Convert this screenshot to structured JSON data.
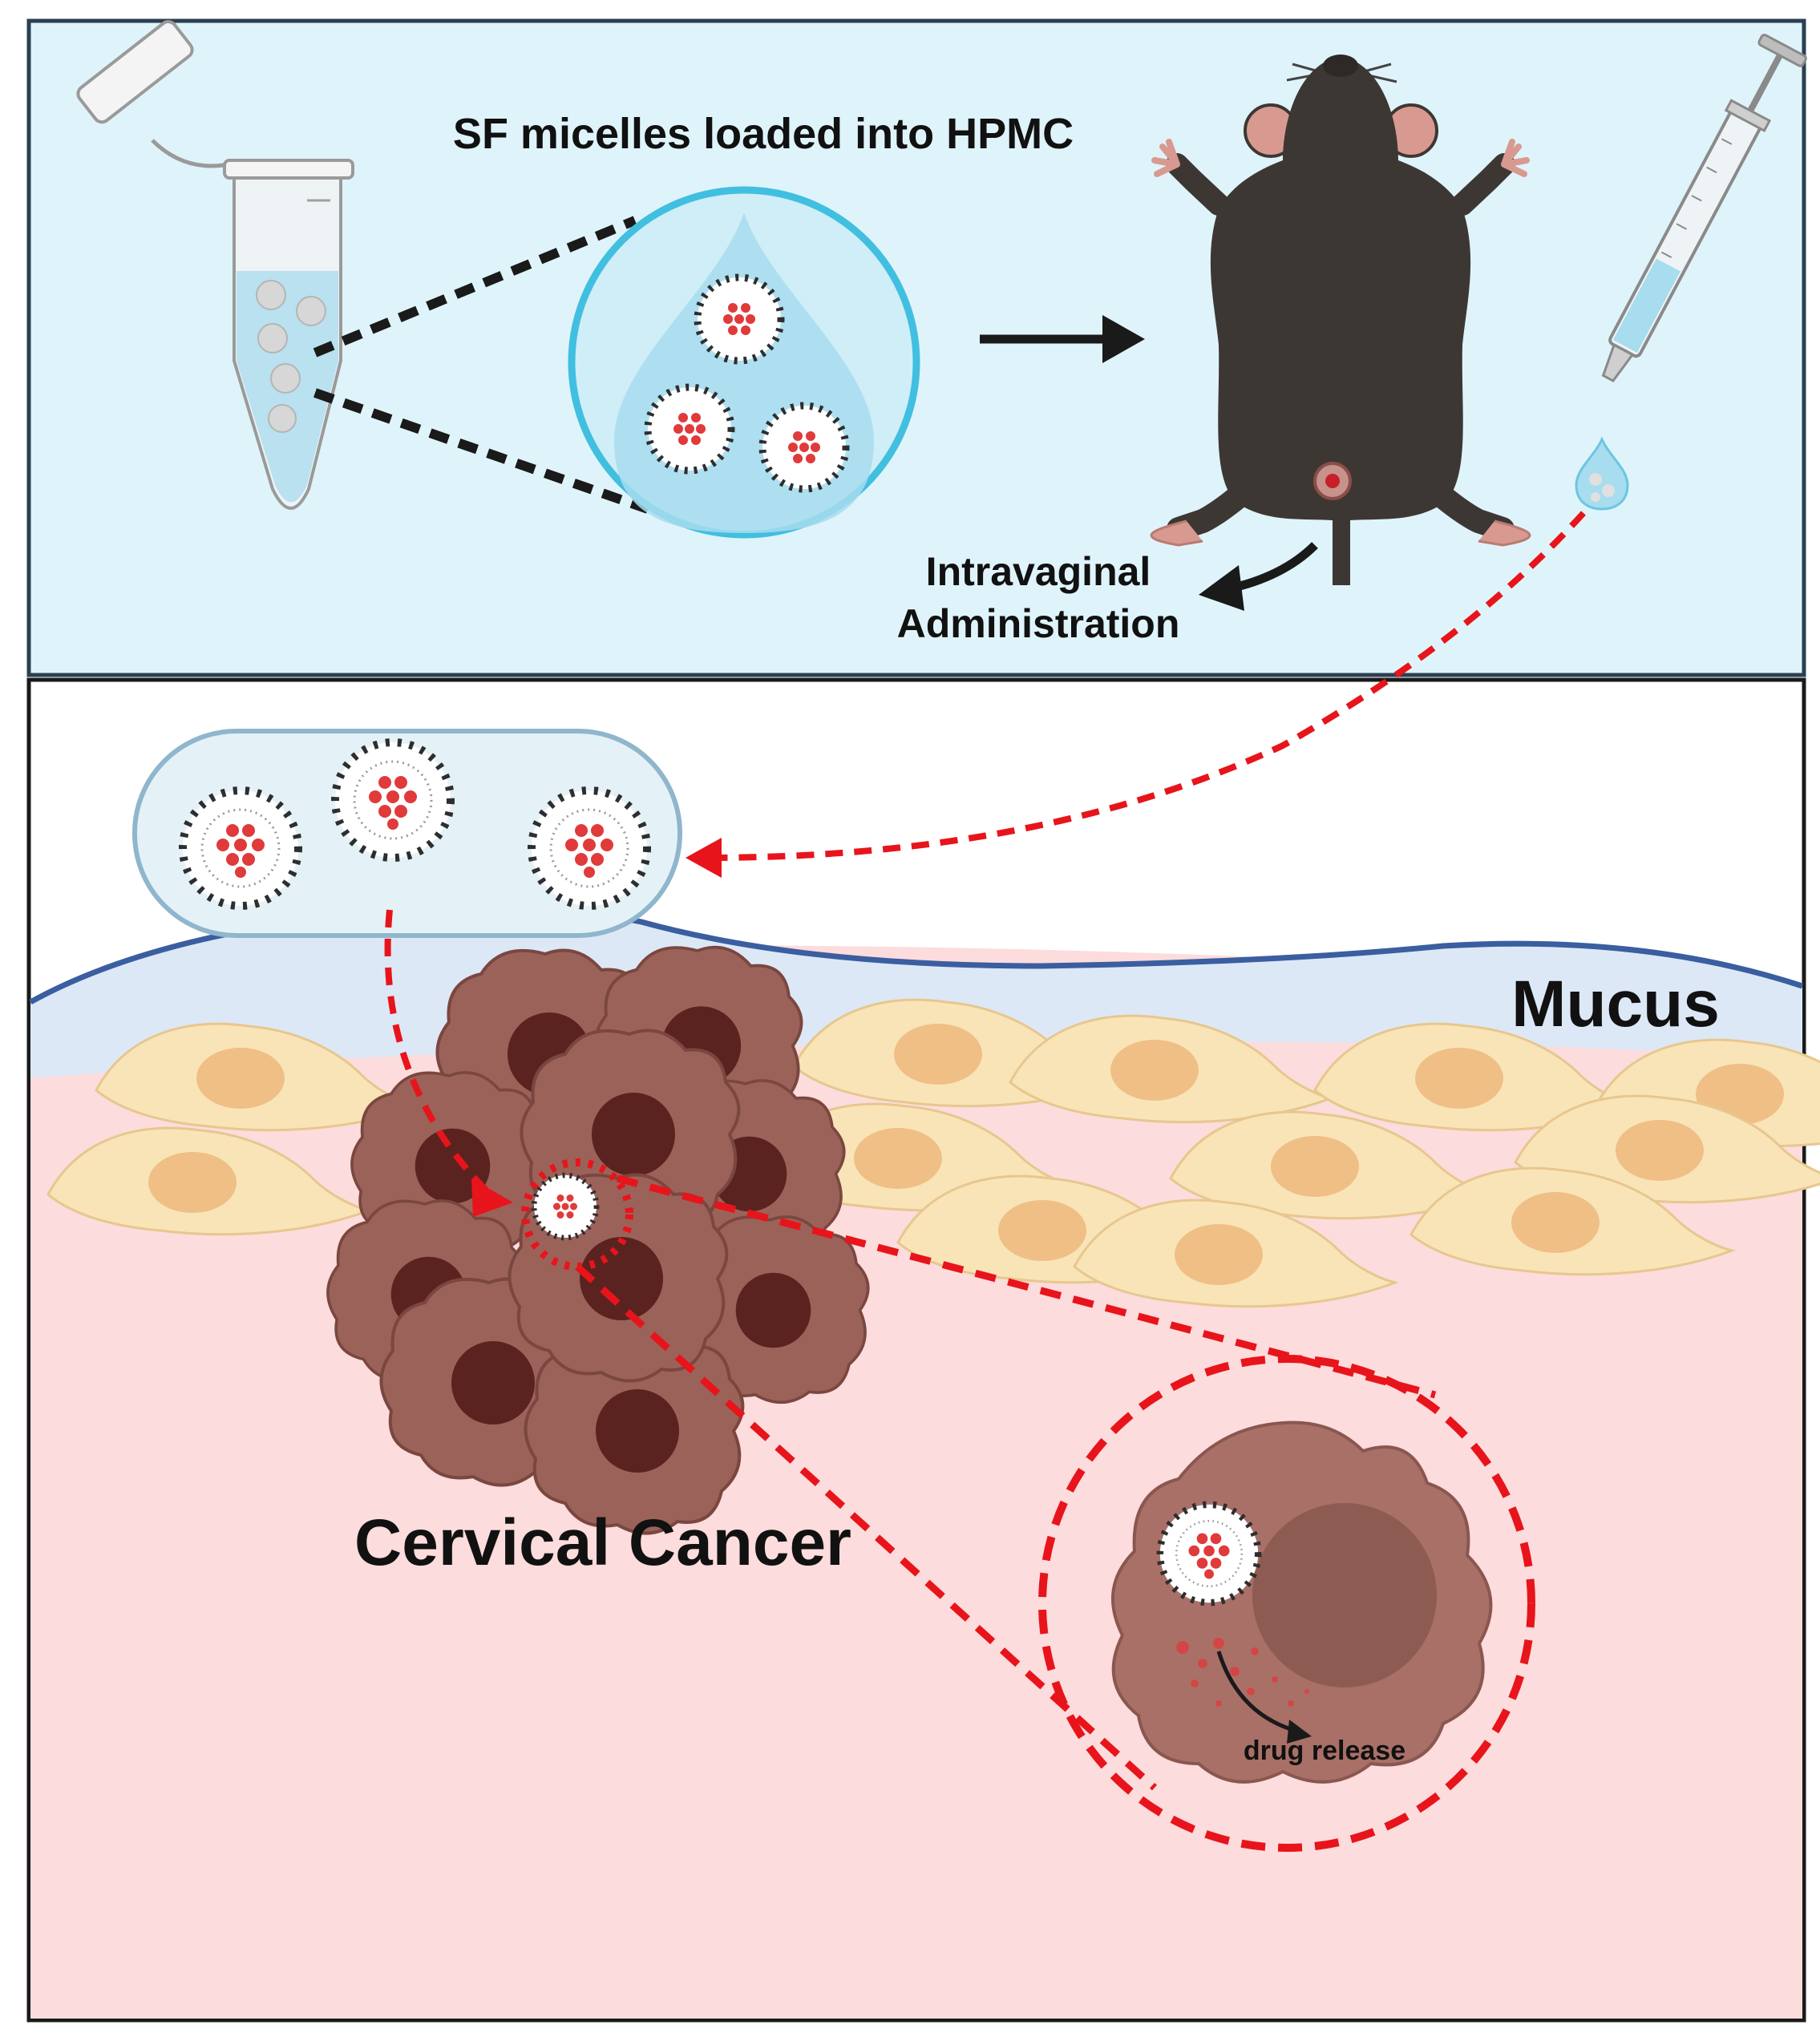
{
  "top_panel": {
    "title": "SF micelles loaded into HPMC",
    "route_line1": "Intravaginal",
    "route_line2": "Administration"
  },
  "bottom_panel": {
    "mucus_label": "Mucus",
    "tumor_label": "Cervical Cancer",
    "release_label": "drug release"
  },
  "colors": {
    "top_background": "#dff4fa",
    "mucus_layer": "#dde8f7",
    "tissue": "#fcdcdc",
    "normal_cell": "#f9e4b8",
    "normal_nucleus": "#efbf85",
    "tumor_cell": "#9b6259",
    "tumor_nucleus": "#5a2320",
    "drug": "#e03a3a",
    "dashed_path": "#e8141b",
    "mouse": "#3d3734"
  }
}
